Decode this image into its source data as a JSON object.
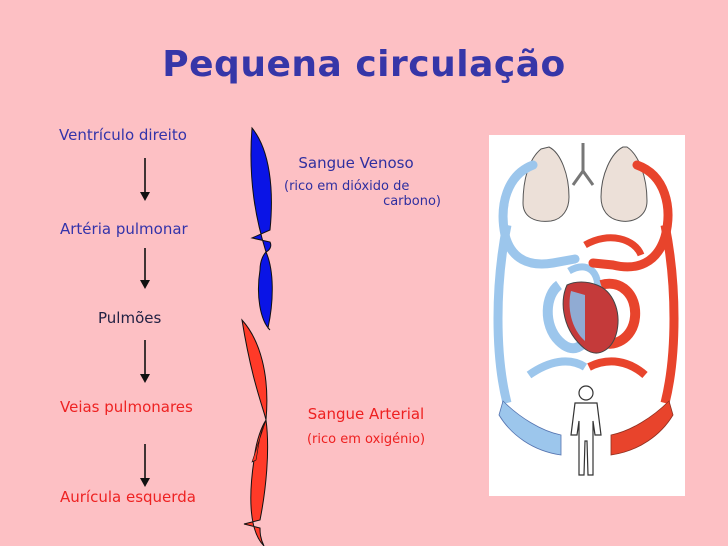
{
  "slide": {
    "title": "Pequena circulação",
    "steps": [
      {
        "label": "Ventrículo direito"
      },
      {
        "label": "Artéria pulmonar"
      },
      {
        "label": "Pulmões"
      },
      {
        "label": "Veias pulmonares"
      },
      {
        "label": "Aurícula esquerda"
      }
    ],
    "venous": {
      "title": "Sangue Venoso",
      "line1": "(rico em dióxido de",
      "line2": "carbono)"
    },
    "arterial": {
      "title": "Sangue Arterial",
      "detail": "(rico em oxigénio)"
    },
    "colors": {
      "background": "#fdc0c4",
      "title": "#3636a8",
      "venous_blood": "#0a14e6",
      "arterial_blood": "#ff3a28",
      "vessel_blue": "#9cc6ec",
      "vessel_red": "#e8442c"
    }
  }
}
